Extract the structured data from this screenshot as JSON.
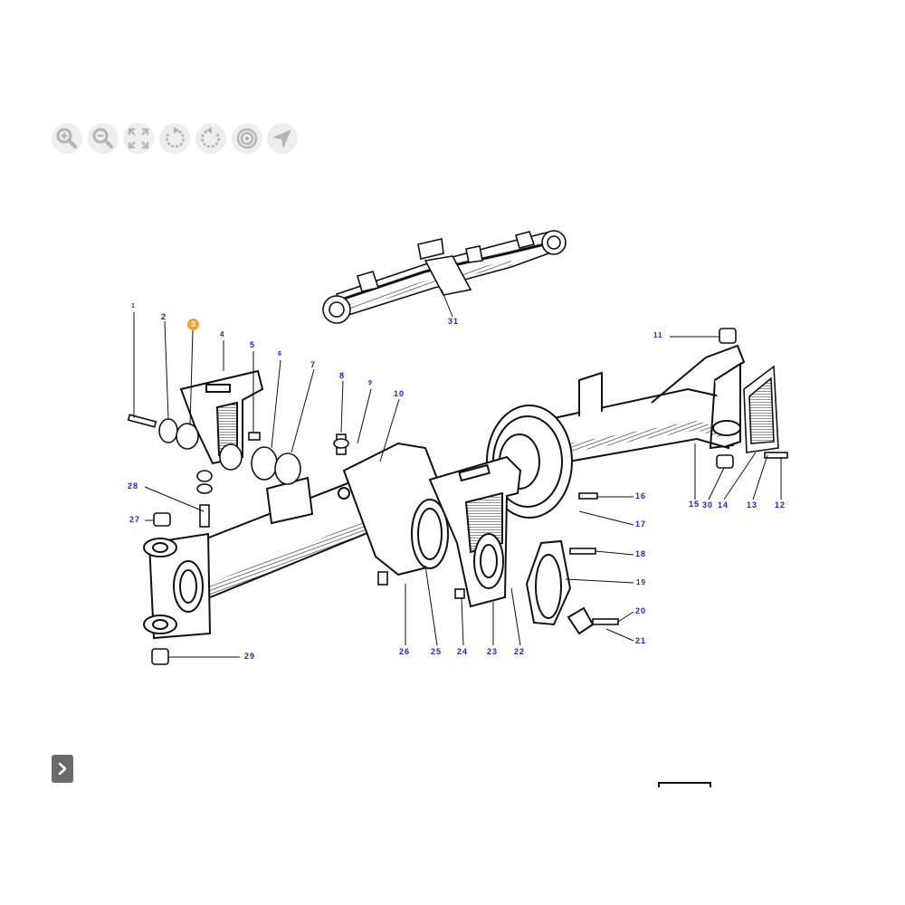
{
  "toolbar": {
    "buttons": [
      {
        "name": "zoom-in-button",
        "icon": "zoom-in-icon"
      },
      {
        "name": "zoom-out-button",
        "icon": "zoom-out-icon"
      },
      {
        "name": "fit-screen-button",
        "icon": "expand-icon"
      },
      {
        "name": "rotate-left-button",
        "icon": "rotate-ccw-icon"
      },
      {
        "name": "rotate-right-button",
        "icon": "rotate-cw-icon"
      },
      {
        "name": "target-button",
        "icon": "target-icon"
      },
      {
        "name": "navigate-button",
        "icon": "navigation-arrow-icon"
      }
    ],
    "icon_color": "#b5b5b5",
    "button_color": "#eeeeee"
  },
  "diagram": {
    "callouts": [
      "1",
      "2",
      "3",
      "4",
      "5",
      "6",
      "7",
      "8",
      "9",
      "10",
      "11",
      "12",
      "13",
      "14",
      "15",
      "16",
      "17",
      "18",
      "19",
      "20",
      "21",
      "22",
      "23",
      "24",
      "25",
      "26",
      "27",
      "28",
      "29",
      "30",
      "31"
    ],
    "selected_callout": "3",
    "callout_color": "#1a27c9",
    "selected_color": "#f2a629"
  },
  "navigation": {
    "next_icon": "chevron-right-icon"
  }
}
